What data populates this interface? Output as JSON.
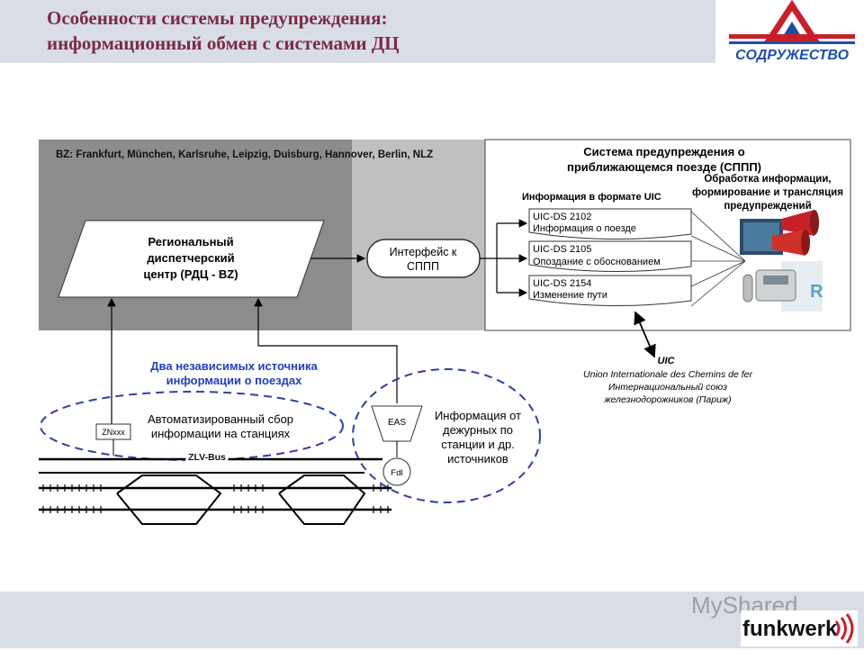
{
  "header": {
    "title_line1": "Особенности системы предупреждения:",
    "title_line2": "информационный обмен с системами ДЦ",
    "logo_text": "СОДРУЖЕСТВО"
  },
  "diagram": {
    "bz_label": "BZ: Frankfurt, München, Karlsruhe, Leipzig, Duisburg, Hannover, Berlin, NLZ",
    "rdc_line1": "Региональный",
    "rdc_line2": "диспетчерский",
    "rdc_line3": "центр (РДЦ - BZ)",
    "interface_line1": "Интерфейс к",
    "interface_line2": "СППП",
    "sppp_title_line1": "Система предупреждения о",
    "sppp_title_line2": "приближающемся поезде (СППП)",
    "uic_format_label": "Информация в формате UIC",
    "processing_line1": "Обработка информации,",
    "processing_line2": "формирование и трансляция",
    "processing_line3": "предупреждений",
    "messages": [
      {
        "code": "UIC-DS 2102",
        "text": "Информация о поезде"
      },
      {
        "code": "UIC-DS 2105",
        "text": "Опоздание с обоснованием"
      },
      {
        "code": "UIC-DS 2154",
        "text": "Изменение пути"
      }
    ],
    "sources_line1": "Два независимых источника",
    "sources_line2": "информации о поездах",
    "auto_line1": "Автоматизированный сбор",
    "auto_line2": "информации на станциях",
    "zn_label": "ZNxxx",
    "eas_label": "EAS",
    "fdl_label": "Fdl",
    "duty_line1": "Информация от",
    "duty_line2": "дежурных по",
    "duty_line3": "станции и др.",
    "duty_line4": "источников",
    "bus_label": "ZLV-Bus",
    "uic_title": "UIC",
    "uic_line1": "Union Internationale des Chemins de fer",
    "uic_line2": "Интернациональный союз",
    "uic_line3": "железнодорожников (Париж)"
  },
  "footer": {
    "watermark": "MyShared",
    "brand": "funkwerk"
  },
  "colors": {
    "title": "#7b2a45",
    "blue_text": "#1f3fbf",
    "dashed": "#2e3fa8",
    "dark_gray": "#8c8c8c",
    "light_gray": "#c0c0c0",
    "logo_red": "#c8202a",
    "logo_blue": "#1f4ea8"
  }
}
